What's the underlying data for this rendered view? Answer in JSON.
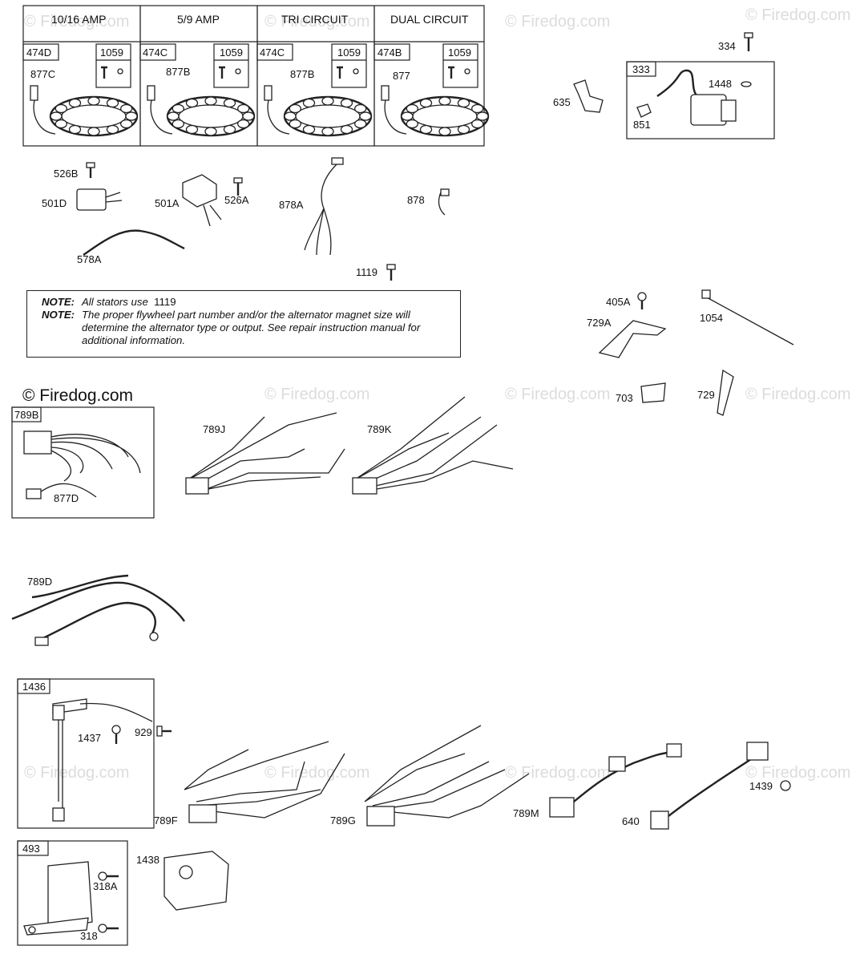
{
  "watermark": "© Firedog.com",
  "stator_headers": [
    "10/16 AMP",
    "5/9 AMP",
    "TRI CIRCUIT",
    "DUAL CIRCUIT"
  ],
  "stator_parts": [
    {
      "stator": "474D",
      "screw": "1059",
      "lead": "877C"
    },
    {
      "stator": "474C",
      "screw": "1059",
      "lead": "877B"
    },
    {
      "stator": "474C",
      "screw": "1059",
      "lead": "877B"
    },
    {
      "stator": "474B",
      "screw": "1059",
      "lead": "877"
    }
  ],
  "labels": {
    "p334": "334",
    "p333": "333",
    "p1448": "1448",
    "p635": "635",
    "p851": "851",
    "p526B": "526B",
    "p501D": "501D",
    "p501A": "501A",
    "p526A": "526A",
    "p878A": "878A",
    "p878": "878",
    "p578A": "578A",
    "p1119": "1119",
    "p405A": "405A",
    "p729A": "729A",
    "p1054": "1054",
    "p703": "703",
    "p729": "729",
    "p789B": "789B",
    "p877D": "877D",
    "p789J": "789J",
    "p789K": "789K",
    "p789D": "789D",
    "p1436": "1436",
    "p1437": "1437",
    "p929": "929",
    "p789F": "789F",
    "p789G": "789G",
    "p789M": "789M",
    "p640": "640",
    "p1439": "1439",
    "p493": "493",
    "p318A": "318A",
    "p318": "318",
    "p1438": "1438"
  },
  "note": {
    "label": "NOTE:",
    "line1": "All stators use",
    "line1_part": "1119",
    "line2": "The proper flywheel part number and/or the alternator magnet size will determine the alternator type or output. See repair instruction manual for additional information."
  }
}
